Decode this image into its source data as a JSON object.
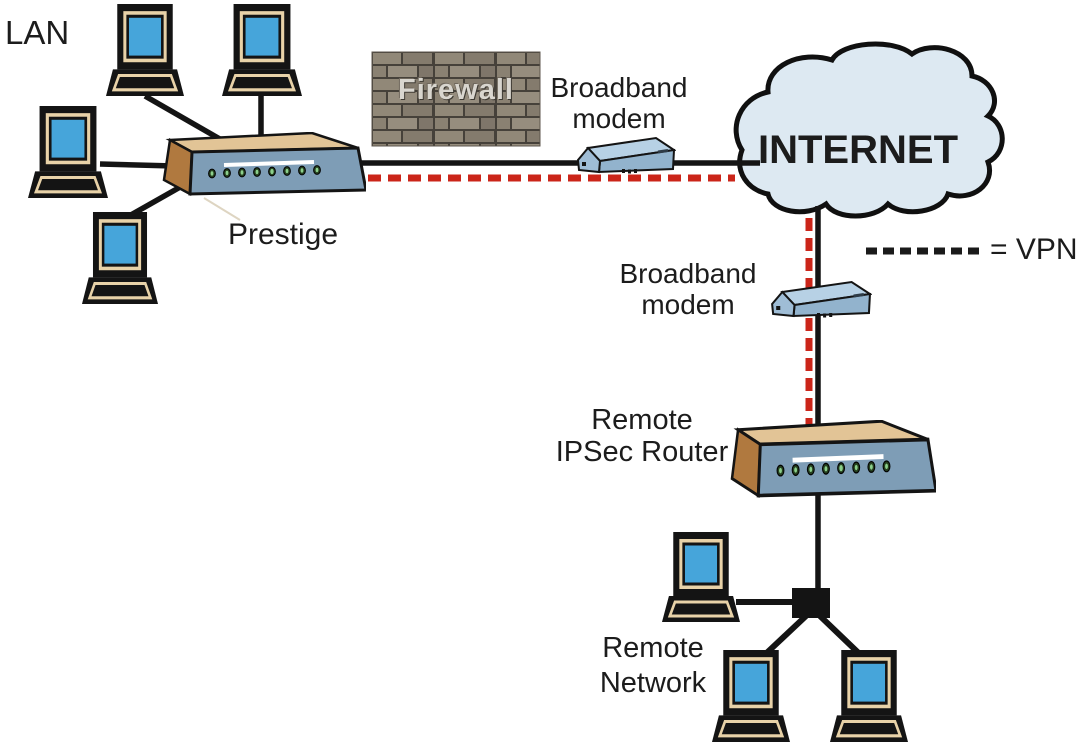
{
  "diagram": {
    "lan_label": "LAN",
    "prestige_label": "Prestige",
    "firewall_label": "Firewall",
    "modem_top": {
      "line1": "Broadband",
      "line2": "modem"
    },
    "internet_label": "INTERNET",
    "legend": {
      "symbol": "dashed-line",
      "text": "= VPN"
    },
    "modem_bottom": {
      "line1": "Broadband",
      "line2": "modem"
    },
    "remote_router": {
      "line1": "Remote",
      "line2": "IPSec Router"
    },
    "remote_network": {
      "line1": "Remote",
      "line2": "Network"
    },
    "colors": {
      "vpn_dash_red": "#cb2519",
      "legend_dash": "#1a1a1a",
      "line_black": "#141414",
      "cloud_fill": "#dde9f2",
      "screen_blue": "#46a5da",
      "monitor_trim_tan": "#e8d2a8",
      "router_front": "#7e9db6",
      "router_top": "#e2c496",
      "router_side": "#b0793f",
      "led_green": "#8cd08c",
      "modem_top_face": "#b7d1e5",
      "modem_front_face": "#92b3cd",
      "brick_gray": "#8b8173"
    },
    "icons": [
      {
        "name": "computer-icon",
        "count": 7
      },
      {
        "name": "router-icon",
        "count": 2
      },
      {
        "name": "modem-icon",
        "count": 2
      },
      {
        "name": "internet-cloud-icon",
        "count": 1
      },
      {
        "name": "firewall-brick-wall-icon",
        "count": 1
      },
      {
        "name": "hub-icon",
        "count": 1
      }
    ]
  }
}
